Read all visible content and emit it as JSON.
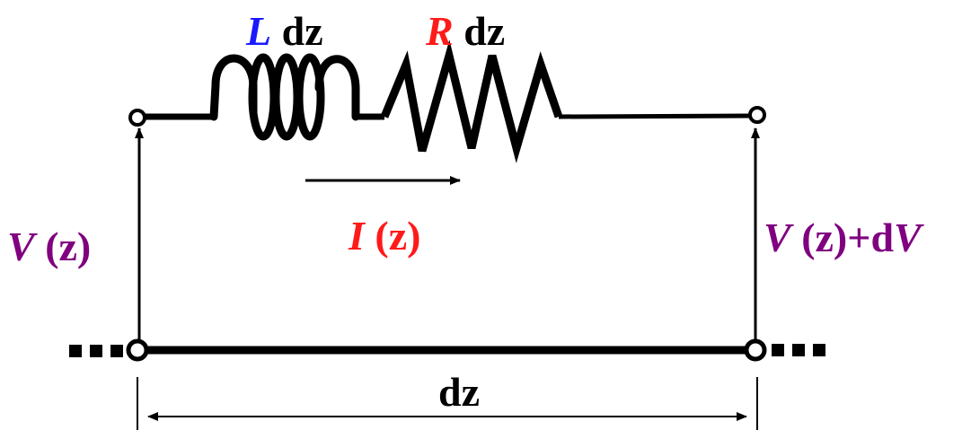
{
  "colors": {
    "wire": "#000000",
    "inductor_symbol": "#1a1aff",
    "resistor_symbol": "#ff1a1a",
    "current": "#ff1a1a",
    "voltage": "#800080",
    "plain_text": "#000000"
  },
  "labels": {
    "inductor": {
      "symbol": "L",
      "unit": " dz"
    },
    "resistor": {
      "symbol": "R",
      "unit": " dz"
    },
    "current": {
      "symbol": "I",
      "arg": " (z)"
    },
    "voltage_left": {
      "symbol": "V",
      "arg": " (z)"
    },
    "voltage_right": {
      "symbol": "V",
      "arg": " (z)+d",
      "suffix_symbol": "V"
    },
    "length": "dz"
  }
}
